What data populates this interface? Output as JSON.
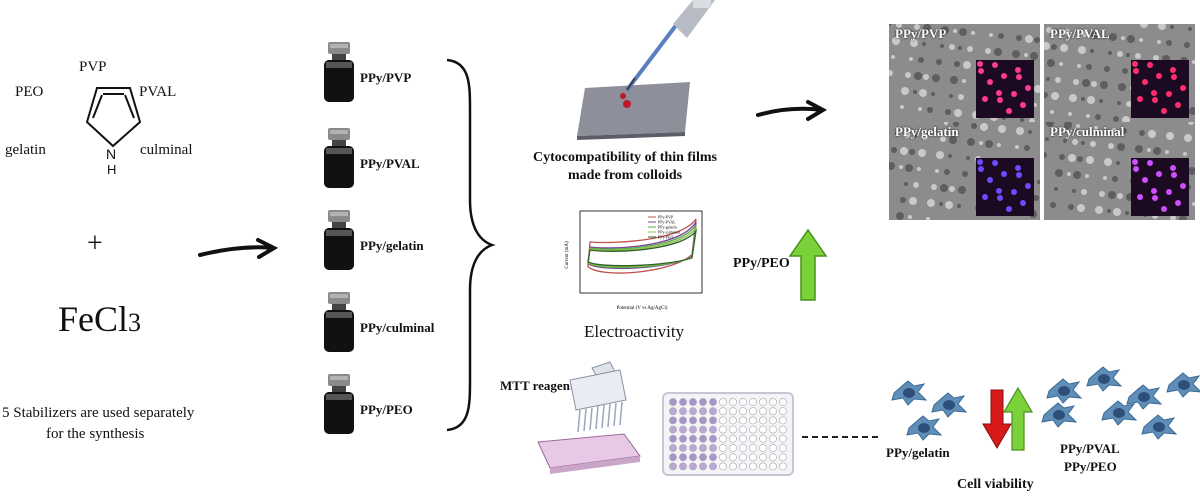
{
  "synthesis": {
    "stabilizers": {
      "pvp": "PVP",
      "peo": "PEO",
      "pval": "PVAL",
      "gelatin": "gelatin",
      "culminal": "culminal"
    },
    "nh": {
      "n": "N",
      "h": "H"
    },
    "plus": "+",
    "fecl3": {
      "base": "FeCl",
      "sub": "3"
    },
    "caption_line1": "5 Stabilizers are used separately",
    "caption_line2": "for the synthesis"
  },
  "vials": [
    "PPy/PVP",
    "PPy/PVAL",
    "PPy/gelatin",
    "PPy/culminal",
    "PPy/PEO"
  ],
  "cytocompatibility": {
    "line1": "Cytocompatibility of thin films",
    "line2": "made from colloids"
  },
  "sem_images": [
    "PPy/PVP",
    "PPy/PVAL",
    "PPy/gelatin",
    "PPy/culminal"
  ],
  "electroactivity": {
    "label": "Electroactivity",
    "result": "PPy/PEO",
    "plot_legend": [
      "PPy-PVP",
      "PPy-PVAL",
      "PPy-gelatin",
      "PPy-culminal",
      "PPy-PEO"
    ],
    "plot_xlabel": "Potential (V vs Ag/AgCl)",
    "plot_ylabel": "Current (mA)",
    "colors": [
      "#c0504d",
      "#7f3f98",
      "#4fae4f",
      "#8fbf3f",
      "#2f5f2f"
    ]
  },
  "mtt": {
    "reagent": "MTT reagent",
    "low": "PPy/gelatin",
    "high_line1": "PPy/PVAL",
    "high_line2": "PPy/PEO",
    "cell_viability": "Cell viability"
  },
  "colors": {
    "arrow_green": "#7bd13a",
    "arrow_red": "#d61a1a",
    "vial_body": "#111111",
    "vial_cap": "#8a8a8a",
    "cell_blue": "#5f8fb8"
  }
}
